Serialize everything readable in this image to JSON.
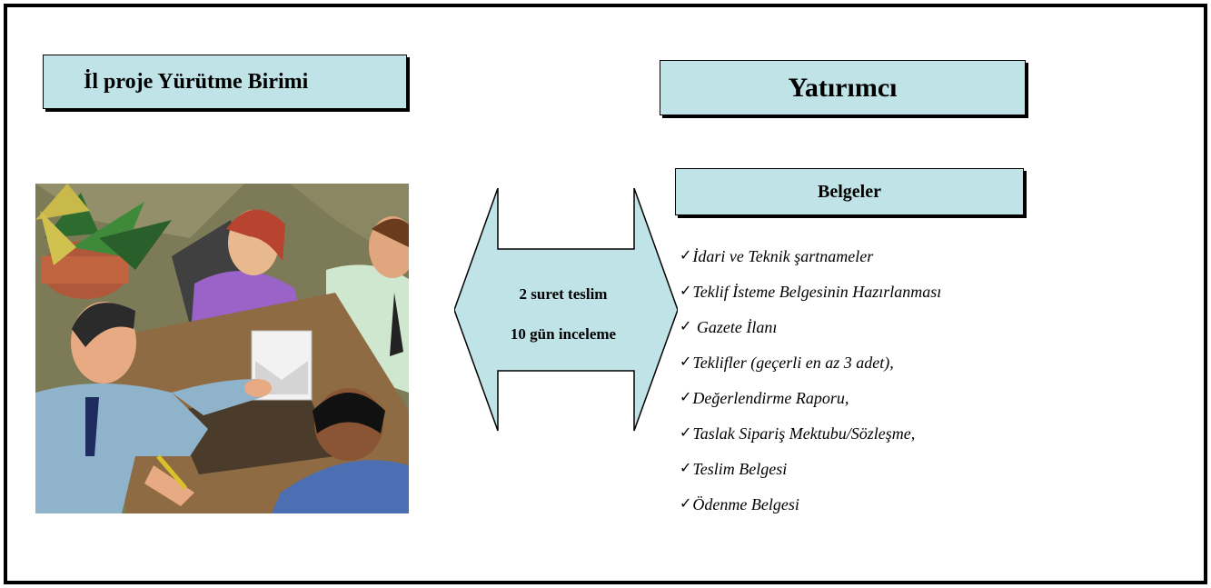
{
  "left": {
    "unit_label": "İl proje Yürütme Birimi",
    "illustration_icon": "business-meeting-clipart"
  },
  "center": {
    "line1": "2 suret teslim",
    "line2": "10 gün inceleme"
  },
  "right": {
    "investor_label": "Yatırımcı",
    "documents_label": "Belgeler",
    "check_glyph": "✓",
    "documents": [
      "İdari ve Teknik şartnameler",
      "Teklif İsteme Belgesinin Hazırlanması",
      " Gazete İlanı",
      "Teklifler (geçerli en az 3 adet),",
      "Değerlendirme Raporu,",
      "Taslak Sipariş Mektubu/Sözleşme,",
      "Teslim Belgesi",
      "Ödenme Belgesi"
    ]
  },
  "colors": {
    "box_fill": "#bfe3e6",
    "border": "#000000"
  }
}
